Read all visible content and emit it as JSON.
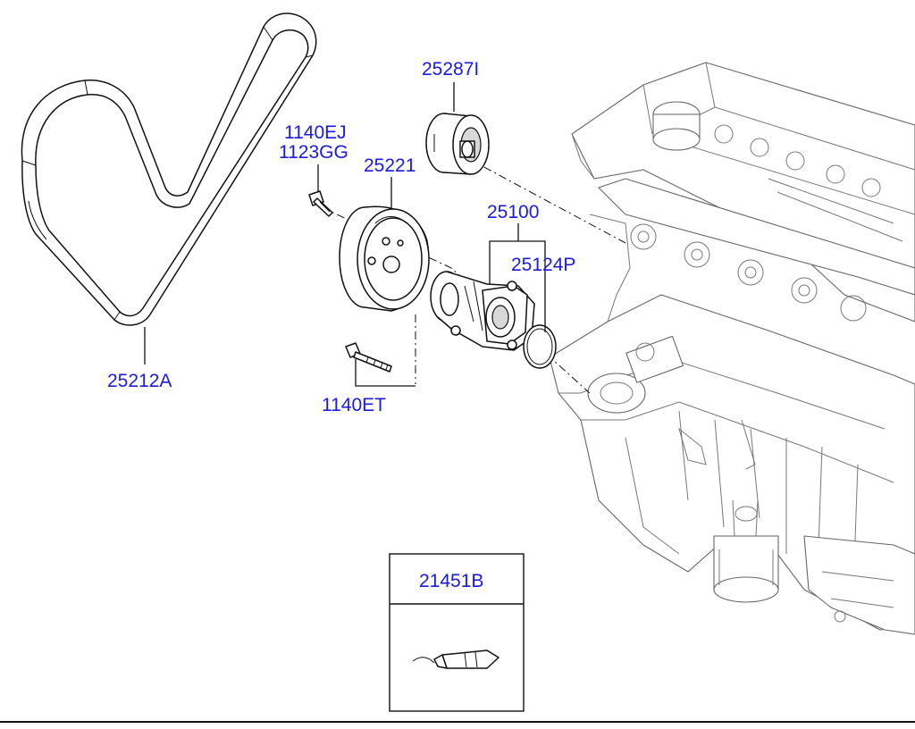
{
  "callouts": {
    "belt": "25212A",
    "idler_pulley": "25287I",
    "bolt_upper_1": "1140EJ",
    "bolt_upper_2": "1123GG",
    "pump_pulley": "25221",
    "water_pump": "25100",
    "gasket": "25124P",
    "bolt_lower": "1140ET",
    "sealant": "21451B"
  },
  "colors": {
    "label": "#1a1ae0",
    "line": "#111111",
    "engine": "#666666"
  }
}
